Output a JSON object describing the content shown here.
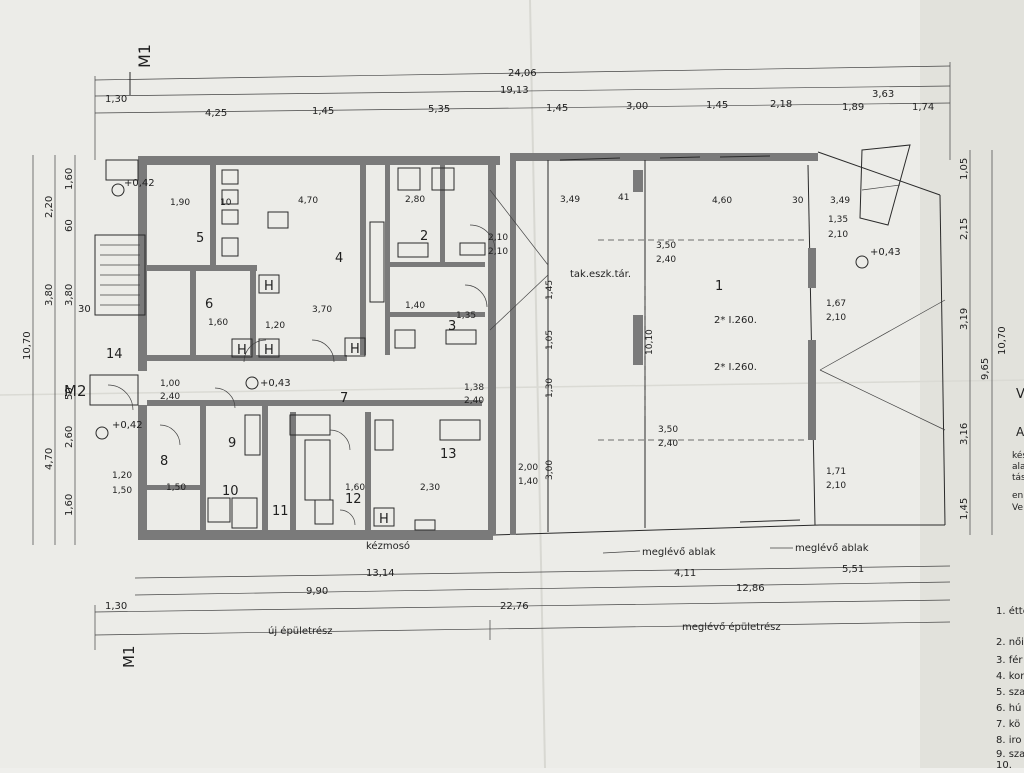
{
  "sheet": {
    "section_marks": [
      "M1",
      "M1",
      "M2"
    ],
    "overall_dims": {
      "total_width": "24,06",
      "row2": [
        "1,30",
        "19,13",
        "3,63"
      ],
      "row3": [
        "4,25",
        "1,45",
        "5,35",
        "1,45",
        "3,00",
        "1,45",
        "2,18",
        "1,89",
        "1,74"
      ],
      "bottom_row1": [
        "13,14",
        "4,11",
        "5,51"
      ],
      "bottom_row2": [
        "9,90",
        "12,86"
      ],
      "bottom_row3": [
        "1,30",
        "22,76"
      ],
      "left_total": "10,70",
      "left_parts": [
        "2,20",
        "3,80",
        "4,70"
      ],
      "left_sub": [
        "1,60",
        "60",
        "3,80",
        "30",
        "50",
        "2,60",
        "1,60"
      ],
      "right_total": "10,70",
      "right_sub": [
        "9,65",
        "2,15",
        "3,19",
        "3,16",
        "1,45",
        "1,05"
      ]
    },
    "part_labels": {
      "new": "új épületrész",
      "existing": "meglévő épületrész"
    },
    "rooms": [
      {
        "num": "1"
      },
      {
        "num": "2"
      },
      {
        "num": "3"
      },
      {
        "num": "4"
      },
      {
        "num": "5"
      },
      {
        "num": "6"
      },
      {
        "num": "7"
      },
      {
        "num": "8"
      },
      {
        "num": "9"
      },
      {
        "num": "10"
      },
      {
        "num": "11"
      },
      {
        "num": "12"
      },
      {
        "num": "13"
      },
      {
        "num": "14"
      }
    ],
    "annotations": {
      "storage": "tak.eszk.tár.",
      "col1": "2* I.260.",
      "col2": "2* I.260.",
      "handwash": "kézmosó",
      "win1": "meglévő ablak",
      "win2": "meglévő ablak",
      "level1": "+0,43",
      "level2": "+0,43",
      "level3": "+0,42",
      "level4": "+0,42",
      "door_mark": "H"
    },
    "inner_dims": [
      "1,90",
      "10",
      "4,70",
      "3,70",
      "3,49",
      "41",
      "4,60",
      "30",
      "3,49",
      "1,35",
      "2,10",
      "3,50",
      "2,40",
      "1,67",
      "2,10",
      "1,71",
      "2,10",
      "3,50",
      "2,40",
      "2,00",
      "1,40",
      "2,30",
      "1,60",
      "1,50",
      "1,20",
      "1,50",
      "1,00",
      "2,40",
      "1,38",
      "2,40",
      "2,80",
      "2,10",
      "2,10",
      "1,40",
      "1,35",
      "1,60",
      "1,20",
      "10,10",
      "3,00",
      "1,45",
      "1,05",
      "1,30"
    ],
    "side_legend": [
      "1. étte",
      "2. női",
      "3. fér",
      "4. kor",
      "5. sza",
      "6. hú",
      "7. kö",
      "8. iro",
      "9. sza",
      "10."
    ],
    "side_fragments": [
      "V",
      "A",
      "kés",
      "ala",
      "tás",
      "en",
      "Ve"
    ]
  }
}
